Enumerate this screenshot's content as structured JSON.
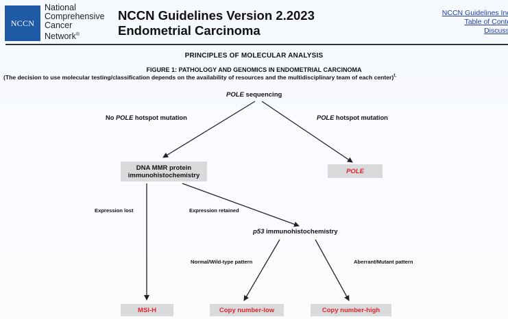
{
  "header": {
    "logo_mark": "NCCN",
    "org_lines": [
      "National",
      "Comprehensive",
      "Cancer",
      "Network"
    ],
    "org_trademark": "®",
    "title_line1": "NCCN Guidelines Version 2.2023",
    "title_line2": "Endometrial Carcinoma",
    "links": [
      "NCCN Guidelines Inde",
      "Table of Conten",
      "Discussio"
    ]
  },
  "section_title": "PRINCIPLES OF MOLECULAR ANALYSIS",
  "figure": {
    "title": "FIGURE 1: PATHOLOGY AND GENOMICS IN ENDOMETRIAL CARCINOMA",
    "note": "(The decision to use molecular testing/classification depends on the availability of resources and the multidisciplinary team of each center)",
    "note_superscript": "f,"
  },
  "flowchart": {
    "root": {
      "italic": "POLE",
      "rest": " sequencing"
    },
    "edge_left": {
      "prefix": "No ",
      "italic": "POLE",
      "rest": " hotspot mutation"
    },
    "edge_right": {
      "italic": "POLE",
      "rest": " hotspot mutation"
    },
    "mmr_box_line1": "DNA MMR protein",
    "mmr_box_line2": "immunohistochemistry",
    "pole_box": "POLE",
    "edge_expression_lost": "Expression lost",
    "edge_expression_retained": "Expression retained",
    "p53_node": {
      "italic": "p53",
      "rest": " immunohistochemistry"
    },
    "edge_normal": "Normal/Wild-type pattern",
    "edge_aberrant": "Aberrant/Mutant pattern",
    "msih_box": "MSI-H",
    "cn_low_box": "Copy number-low",
    "cn_high_box": "Copy number-high"
  },
  "colors": {
    "logo_blue": "#1f5aa6",
    "link_blue": "#1f3fa6",
    "outcome_red": "#e0242b",
    "box_gray": "#d9dadc"
  }
}
